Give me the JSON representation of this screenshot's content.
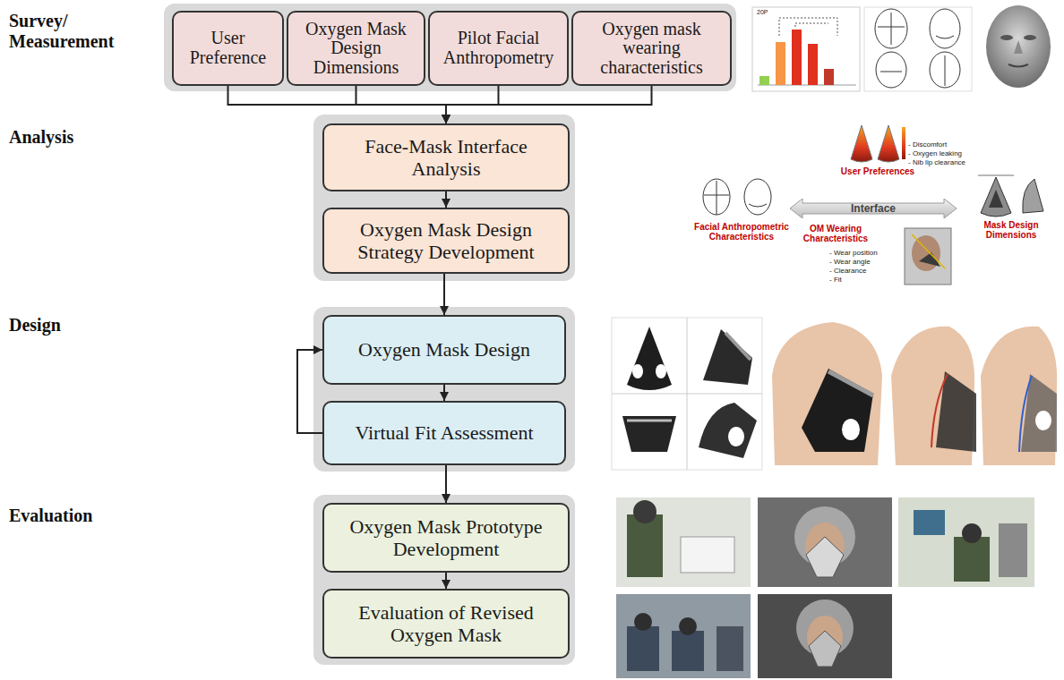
{
  "diagram": {
    "nodes": [
      {
        "text": [
          "User Preference"
        ]
      },
      {
        "text": [
          "Oxygen Mask Design Dimensions"
        ]
      },
      {
        "text": [
          "Pilot Facial Anthropometry"
        ]
      },
      {
        "text": [
          "Oxygen mask wearing characteristics"
        ]
      },
      {
        "text": [
          "Face-Mask Interface Analysis"
        ]
      },
      {
        "text": [
          "Oxygen Mask Design Strategy Development"
        ]
      },
      {
        "text": [
          "Oxygen Mask Design"
        ]
      },
      {
        "text": [
          "Virtual Fit Assessment"
        ]
      },
      {
        "text": [
          "Oxygen Mask Prototype Development"
        ]
      },
      {
        "text": [
          "Evaluation of Revised Oxygen Mask"
        ]
      },
      {
        "text": [
          "Interface"
        ]
      }
    ],
    "edges": [
      {
        "from": 0,
        "to": 4,
        "arrow": "to"
      },
      {
        "from": 1,
        "to": 4,
        "arrow": "to"
      },
      {
        "from": 2,
        "to": 4,
        "arrow": "to"
      },
      {
        "from": 3,
        "to": 4,
        "arrow": "to"
      },
      {
        "from": 4,
        "to": 5,
        "arrow": "to"
      },
      {
        "from": 5,
        "to": 6,
        "arrow": "to"
      },
      {
        "from": 6,
        "to": 7,
        "arrow": "to"
      },
      {
        "from": 7,
        "to": 6,
        "arrow": "to"
      },
      {
        "from": 7,
        "to": 8,
        "arrow": "to"
      },
      {
        "from": 8,
        "to": 9,
        "arrow": "to"
      }
    ],
    "labels": [
      "Survey/ Measurement",
      "Analysis",
      "Design",
      "Evaluation",
      "20P",
      "User Preferences",
      "- Discomfort",
      "- Oxygen leaking",
      "- Nib lip clearance",
      "Facial Anthropometric Characteristics",
      "Mask Design Dimensions",
      "OM Wearing Characteristics",
      "- Wear position",
      "- Wear angle",
      "- Clearance",
      "- Fit"
    ]
  }
}
